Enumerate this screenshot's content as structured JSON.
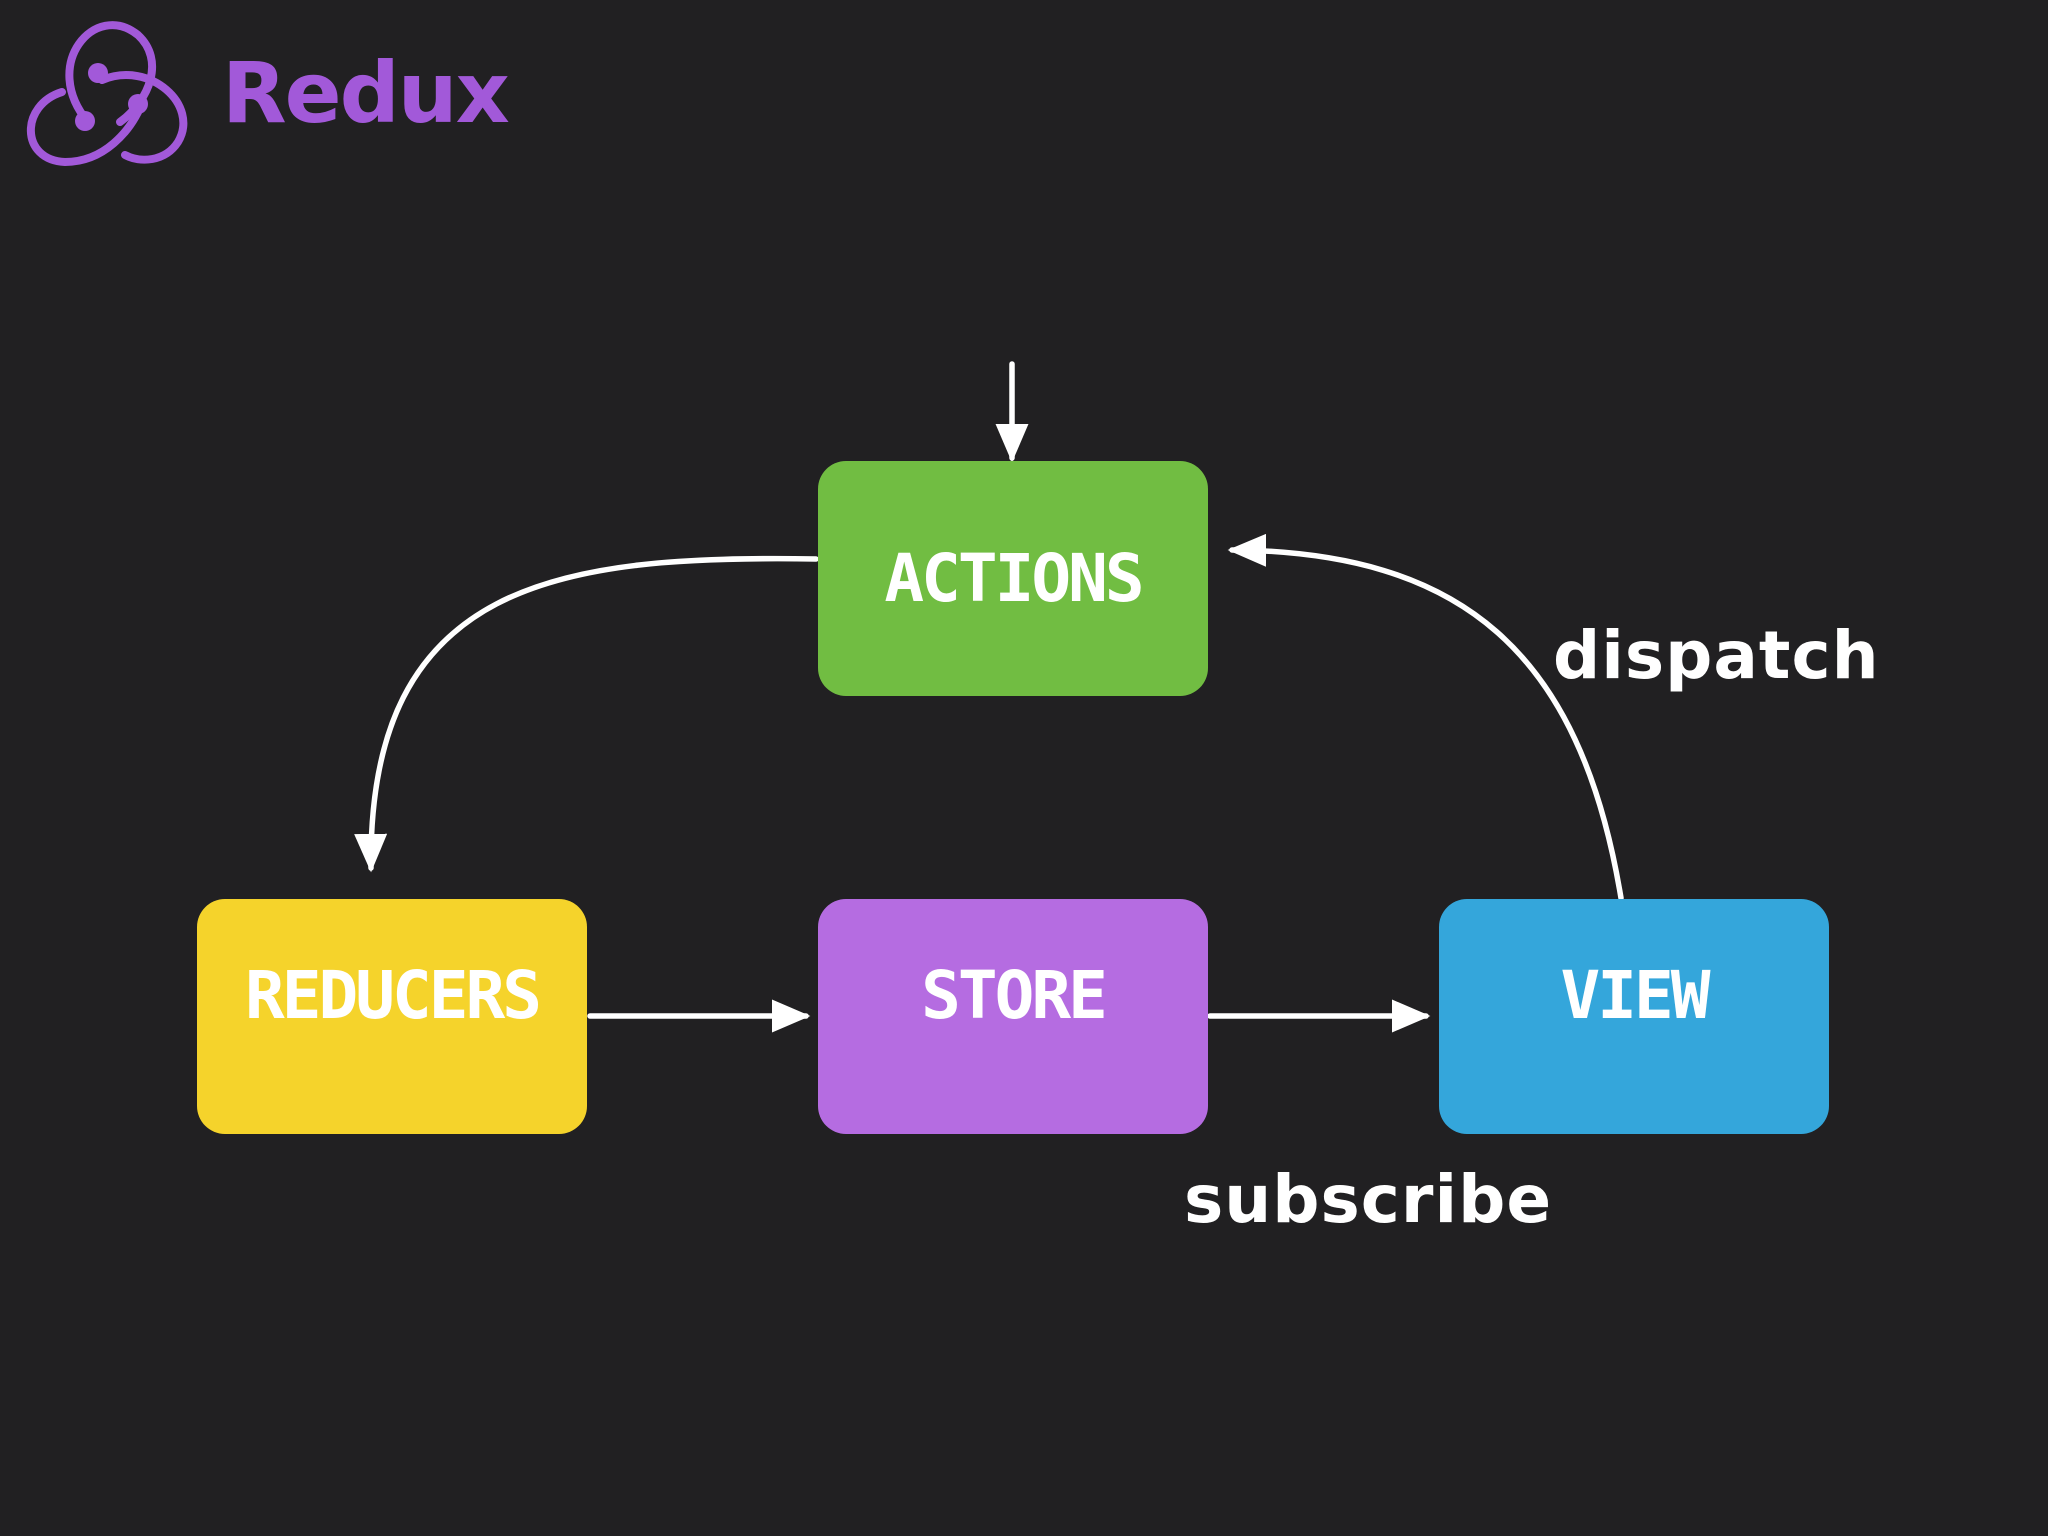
{
  "brand": {
    "name": "Redux",
    "logo_icon": "redux-logo-icon",
    "color": "#A259D9"
  },
  "nodes": {
    "actions": {
      "label": "ACTIONS",
      "color": "#71BD42"
    },
    "reducers": {
      "label": "REDUCERS",
      "color": "#F5D32B"
    },
    "store": {
      "label": "STORE",
      "color": "#B56CE1"
    },
    "view": {
      "label": "VIEW",
      "color": "#34A6DB"
    }
  },
  "edges": {
    "dispatch_label": "dispatch",
    "subscribe_label": "subscribe"
  },
  "colors": {
    "background": "#212022",
    "arrows": "#FFFFFF"
  }
}
